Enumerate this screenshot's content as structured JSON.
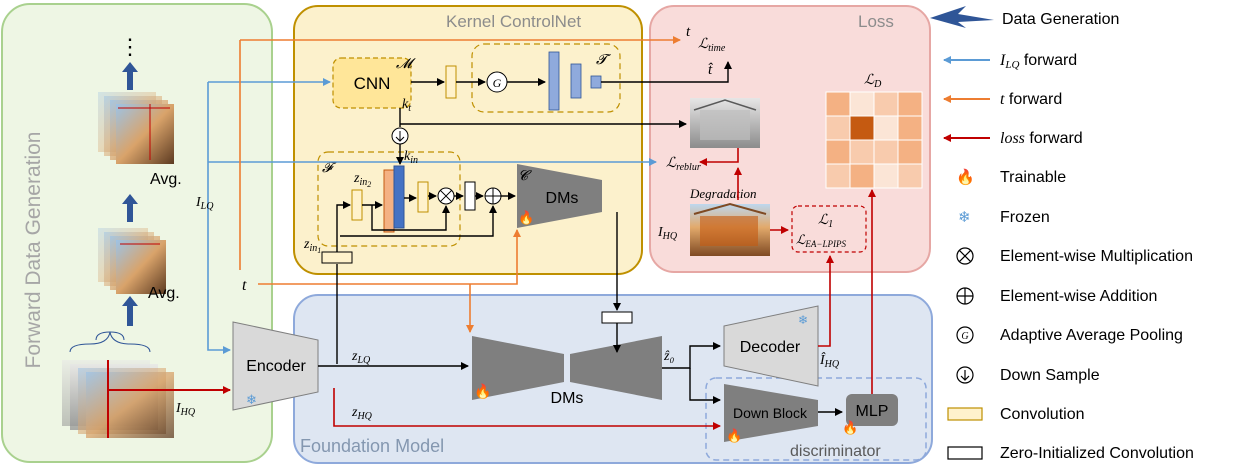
{
  "regions": {
    "forward_data_generation": "Forward Data Generation",
    "kernel_controlnet": "Kernel ControlNet",
    "loss": "Loss",
    "foundation_model": "Foundation Model",
    "discriminator": "discriminator"
  },
  "blocks": {
    "cnn": "CNN",
    "cnn_symbol": "𝓜",
    "tau_symbol": "𝓣",
    "f_symbol": "𝓕",
    "c_symbol": "𝓒",
    "dms_top": "DMs",
    "dms_bottom": "DMs",
    "encoder": "Encoder",
    "decoder": "Decoder",
    "down_block": "Down Block",
    "mlp": "MLP",
    "pool_symbol": "G",
    "avg_top": "Avg.",
    "avg_bottom": "Avg.",
    "dots": "⋮",
    "degradation": "Degradation"
  },
  "math_labels": {
    "k_t": "k_t",
    "k_in": "k_in",
    "z_in2": "z_in2",
    "z_in1": "z_in1",
    "z_lq": "z_LQ",
    "z_hq": "z_HQ",
    "z0_hat": "ẑ₀",
    "i_hq_hat": "Î_HQ",
    "i_lq": "I_LQ",
    "i_hq_left": "I_HQ",
    "i_hq_loss": "I_HQ",
    "t_left": "t",
    "t_top": "t",
    "t_hat": "t̂",
    "l_time": "ℒ_time",
    "l_reblur": "ℒ_reblur",
    "l_d": "ℒ_D",
    "l_1": "ℒ_1",
    "l_ea_lpips": "ℒ_EA−LPIPS"
  },
  "legend": [
    {
      "id": "data-generation",
      "label": "Data Generation"
    },
    {
      "id": "ilq-forward",
      "label_math": "I_LQ",
      "label": " forward"
    },
    {
      "id": "t-forward",
      "label_math": "t",
      "label": " forward"
    },
    {
      "id": "loss-forward",
      "label_math": "loss",
      "label": " forward"
    },
    {
      "id": "trainable",
      "label": "Trainable"
    },
    {
      "id": "frozen",
      "label": "Frozen"
    },
    {
      "id": "multiplication",
      "label": "Element-wise Multiplication"
    },
    {
      "id": "addition",
      "label": "Element-wise Addition"
    },
    {
      "id": "pooling",
      "label": "Adaptive Average Pooling"
    },
    {
      "id": "downsample",
      "label": "Down Sample"
    },
    {
      "id": "convolution",
      "label": "Convolution"
    },
    {
      "id": "zero-conv",
      "label": "Zero-Initialized Convolution"
    }
  ],
  "colors": {
    "blue_arrow": "#5B9BD5",
    "orange_arrow": "#ED7D31",
    "red_arrow": "#C00000",
    "green_region": "#EEF6E4",
    "yellow_region": "#FCF1CC",
    "pink_region": "#F9DCDA",
    "blue_region": "#DEE6F2",
    "dm_gray": "#7F7F7F",
    "heat": [
      "#F4B183",
      "#FBE5D6",
      "#F8CBAD",
      "#F4B183",
      "#F8CBAD",
      "#C55A11",
      "#FBE5D6",
      "#F4B183",
      "#F4B183",
      "#F8CBAD",
      "#F8CBAD",
      "#F4B183",
      "#F8CBAD",
      "#F4B183",
      "#FBE5D6",
      "#F8CBAD"
    ]
  }
}
